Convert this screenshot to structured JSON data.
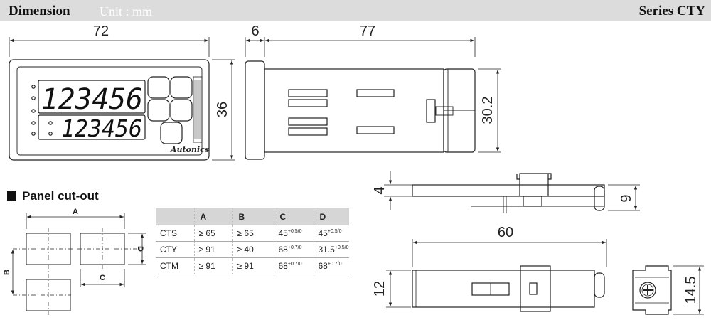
{
  "header": {
    "title": "Dimension",
    "unit": "Unit : mm",
    "series": "Series CTY"
  },
  "front_view": {
    "width_dim": "72",
    "height_dim": "36",
    "display_upper": "123456",
    "display_lower": "123456",
    "brand": "Autonics"
  },
  "side_view": {
    "bezel_dim": "6",
    "depth_dim": "77",
    "height_dim": "30.2"
  },
  "bracket_view": {
    "dim_left": "4",
    "dim_right": "9",
    "length_dim": "60",
    "height_dim": "12",
    "end_height_dim": "14.5"
  },
  "panel_cutout": {
    "title": "Panel cut-out",
    "labels": {
      "a": "A",
      "b": "B",
      "c": "C",
      "d": "D"
    },
    "table": {
      "headers": [
        "",
        "A",
        "B",
        "C",
        "D"
      ],
      "rows": [
        {
          "model": "CTS",
          "a": "≥ 65",
          "b": "≥ 65",
          "c": "45",
          "c_tol": "+0.5/0",
          "d": "45",
          "d_tol": "+0.5/0"
        },
        {
          "model": "CTY",
          "a": "≥ 91",
          "b": "≥ 40",
          "c": "68",
          "c_tol": "+0.7/0",
          "d": "31.5",
          "d_tol": "+0.5/0"
        },
        {
          "model": "CTM",
          "a": "≥ 91",
          "b": "≥ 91",
          "c": "68",
          "c_tol": "+0.7/0",
          "d": "68",
          "d_tol": "+0.7/0"
        }
      ]
    }
  }
}
